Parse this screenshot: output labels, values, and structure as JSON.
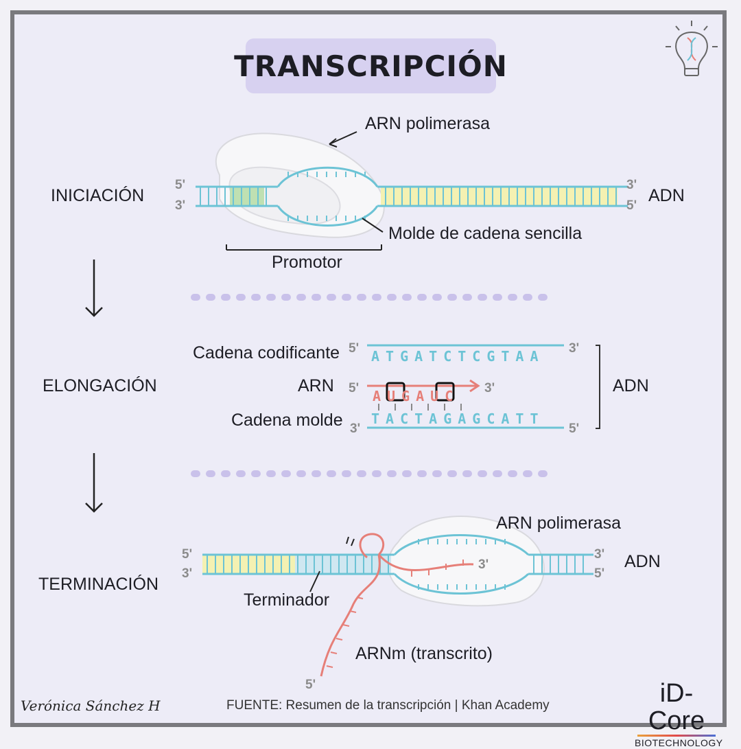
{
  "title": "TRANSCRIPCIÓN",
  "colors": {
    "dna": "#6cc3d5",
    "rna": "#e67f78",
    "yellow_fill": "#f4f1b2",
    "green_fill": "#bfe0b2",
    "polymerase": "#fafafa",
    "divider": "#c9c1ea",
    "title_bg": "#d7d1f0"
  },
  "icons": {
    "bulb": "lightbulb-dna-icon"
  },
  "stages": {
    "initiation": {
      "label": "INICIACIÓN",
      "polymerase": "ARN  polimerasa",
      "dna": "ADN",
      "template": "Molde de cadena sencilla",
      "promoter": "Promotor",
      "top_left": "5'",
      "bottom_left": "3'",
      "top_right": "3'",
      "bottom_right": "5'"
    },
    "elongation": {
      "label": "ELONGACIÓN",
      "coding_label": "Cadena codificante",
      "rna_label": "ARN",
      "template_label": "Cadena molde",
      "dna": "ADN",
      "coding_seq": "ATGATCTCGTAA",
      "rna_seq": "AUGAUC",
      "template_seq": "TACTAGAGCATT",
      "coding_5": "5'",
      "coding_3": "3'",
      "rna_5": "5'",
      "rna_3": "3'",
      "template_3": "3'",
      "template_5": "5'"
    },
    "termination": {
      "label": "TERMINACIÓN",
      "polymerase": "ARN polimerasa",
      "dna": "ADN",
      "terminator": "Terminador",
      "mrna": "ARNm (transcrito)",
      "top_left": "5'",
      "bottom_left": "3'",
      "top_right": "3'",
      "bottom_right": "5'",
      "rna_3": "3'",
      "rna_5": "5'"
    }
  },
  "footer": "FUENTE: Resumen de la transcripción | Khan Academy",
  "signature": "Verónica Sánchez H",
  "brand": {
    "name": "iD-Core",
    "sub": "BIOTECHNOLOGY"
  }
}
